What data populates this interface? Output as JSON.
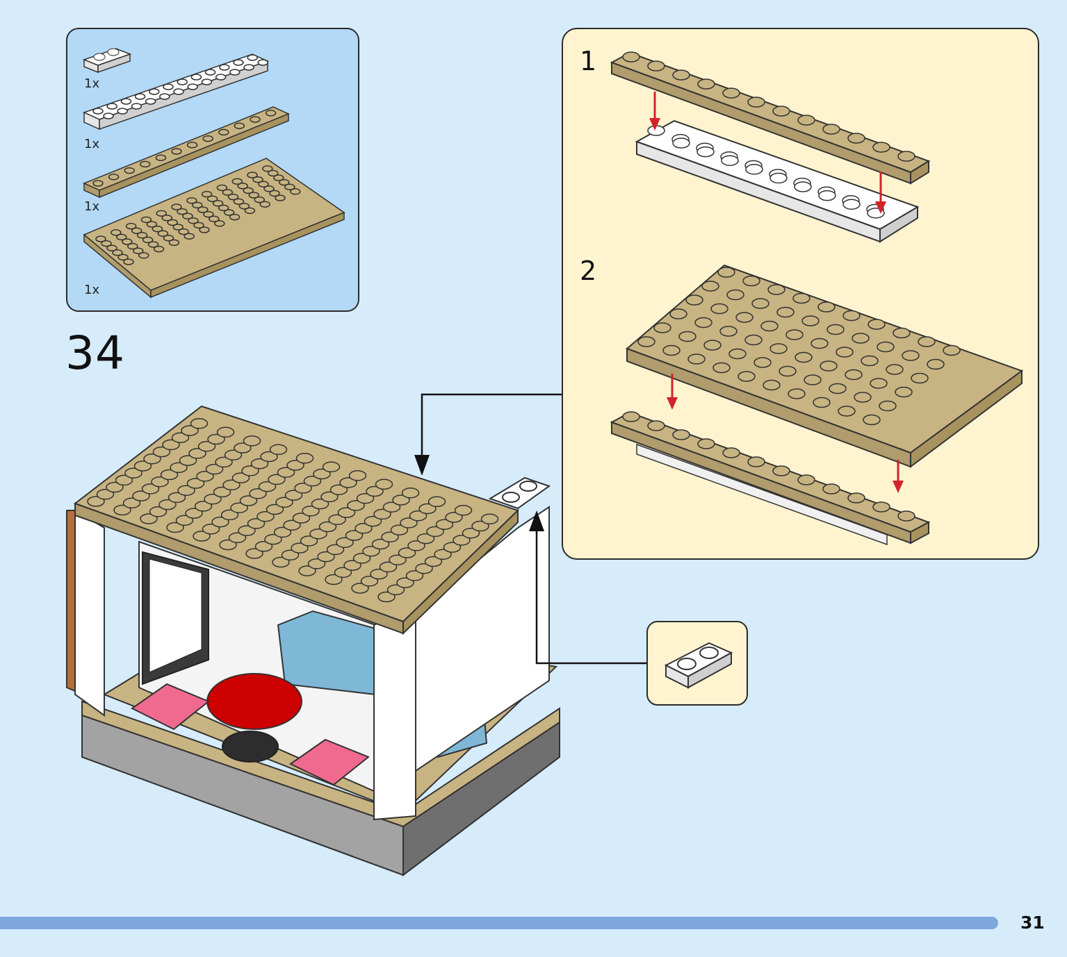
{
  "parts_list": {
    "items": [
      {
        "qty": "1x",
        "part": "1x2 white plate"
      },
      {
        "qty": "1x",
        "part": "1x12 white plate"
      },
      {
        "qty": "1x",
        "part": "1x12 tan plate"
      },
      {
        "qty": "1x",
        "part": "6x12 tan plate"
      }
    ]
  },
  "step": {
    "number": "34"
  },
  "subassembly": {
    "substeps": [
      {
        "number": "1"
      },
      {
        "number": "2"
      }
    ]
  },
  "colors": {
    "tan": "#c8b482",
    "white_brick": "#ffffff",
    "arrow_red": "#d1232a",
    "parts_bg": "#b3d9f6",
    "subassembly_bg": "#fff4cf",
    "page_bg": "#d6ecfb",
    "progress": "#7ea7dc"
  },
  "page": {
    "number": "31"
  }
}
